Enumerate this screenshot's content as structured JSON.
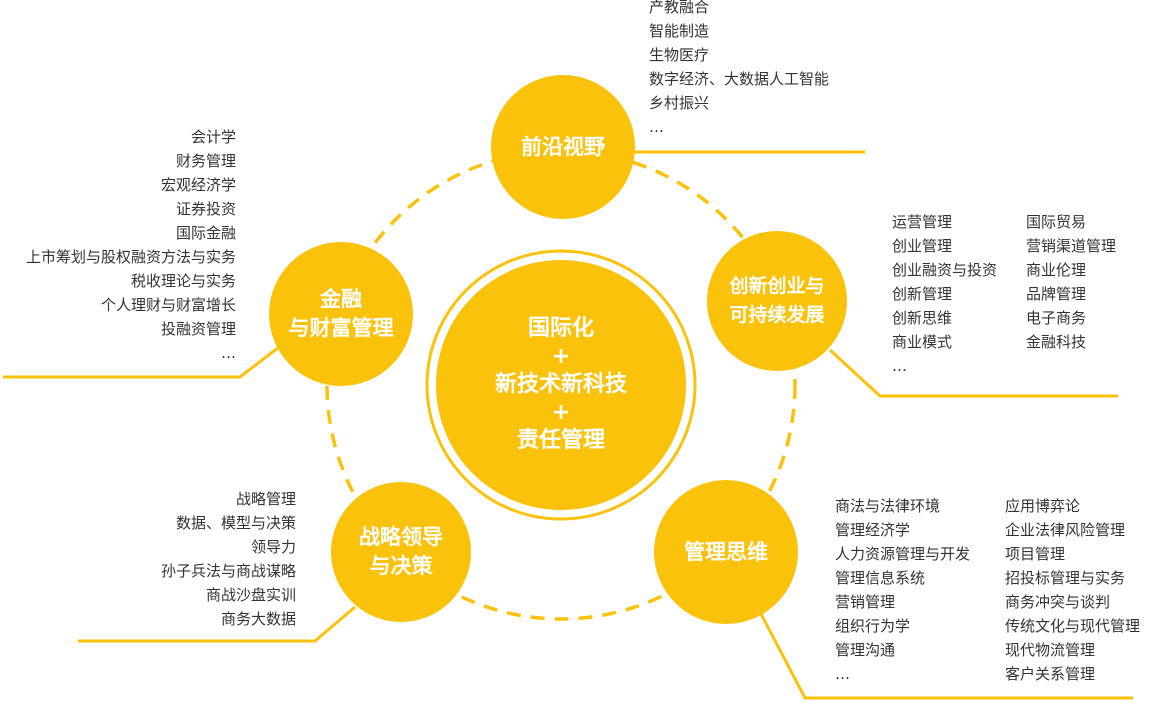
{
  "colors": {
    "accent": "#FBC20B",
    "text": "#333333"
  },
  "center": {
    "line1": "国际化",
    "plus1": "+",
    "line2": "新技术新科技",
    "plus2": "+",
    "line3": "责任管理"
  },
  "nodes": {
    "frontier": {
      "title": "前沿视野",
      "items": [
        "产教融合",
        "智能制造",
        "生物医疗",
        "数字经济、大数据人工智能",
        "乡村振兴",
        "…"
      ]
    },
    "finance": {
      "title_line1": "金融",
      "title_line2": "与财富管理",
      "items": [
        "会计学",
        "财务管理",
        "宏观经济学",
        "证券投资",
        "国际金融",
        "上市筹划与股权融资方法与实务",
        "税收理论与实务",
        "个人理财与财富增长",
        "投融资管理",
        "…"
      ]
    },
    "innovation": {
      "title_line1": "创新创业与",
      "title_line2": "可持续发展",
      "items_col1": [
        "运营管理",
        "创业管理",
        "创业融资与投资",
        "创新管理",
        "创新思维",
        "商业模式",
        "…"
      ],
      "items_col2": [
        "国际贸易",
        "营销渠道管理",
        "商业伦理",
        "品牌管理",
        "电子商务",
        "金融科技"
      ]
    },
    "strategy": {
      "title_line1": "战略领导",
      "title_line2": "与决策",
      "items": [
        "战略管理",
        "数据、模型与决策",
        "领导力",
        "孙子兵法与商战谋略",
        "商战沙盘实训",
        "商务大数据"
      ]
    },
    "management": {
      "title": "管理思维",
      "items_col1": [
        "商法与法律环境",
        "管理经济学",
        "人力资源管理与开发",
        "管理信息系统",
        "营销管理",
        "组织行为学",
        "管理沟通",
        "…"
      ],
      "items_col2": [
        "应用博弈论",
        "企业法律风险管理",
        "项目管理",
        "招投标管理与实务",
        "商务冲突与谈判",
        "传统文化与现代管理",
        "现代物流管理",
        "客户关系管理"
      ]
    }
  }
}
